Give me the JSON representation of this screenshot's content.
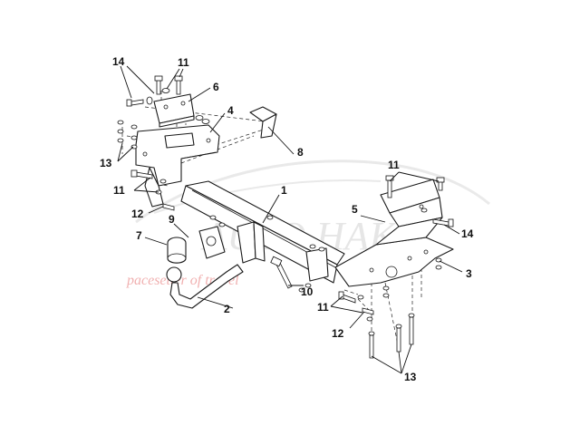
{
  "watermark": {
    "brand": "AUTO HAK",
    "tagline": "pacesetter of travel",
    "color": "#e05050"
  },
  "callouts": [
    {
      "id": "c14a",
      "text": "14"
    },
    {
      "id": "c11a",
      "text": "11"
    },
    {
      "id": "c6",
      "text": "6"
    },
    {
      "id": "c4",
      "text": "4"
    },
    {
      "id": "c8",
      "text": "8"
    },
    {
      "id": "c13a",
      "text": "13"
    },
    {
      "id": "c11b",
      "text": "11"
    },
    {
      "id": "c1",
      "text": "1"
    },
    {
      "id": "c9",
      "text": "9"
    },
    {
      "id": "c12a",
      "text": "12"
    },
    {
      "id": "c7",
      "text": "7"
    },
    {
      "id": "c2",
      "text": "2"
    },
    {
      "id": "c10",
      "text": "10"
    },
    {
      "id": "c11c",
      "text": "11"
    },
    {
      "id": "c12b",
      "text": "12"
    },
    {
      "id": "c11d",
      "text": "11"
    },
    {
      "id": "c5",
      "text": "5"
    },
    {
      "id": "c14b",
      "text": "14"
    },
    {
      "id": "c3",
      "text": "3"
    },
    {
      "id": "c13b",
      "text": "13"
    }
  ]
}
